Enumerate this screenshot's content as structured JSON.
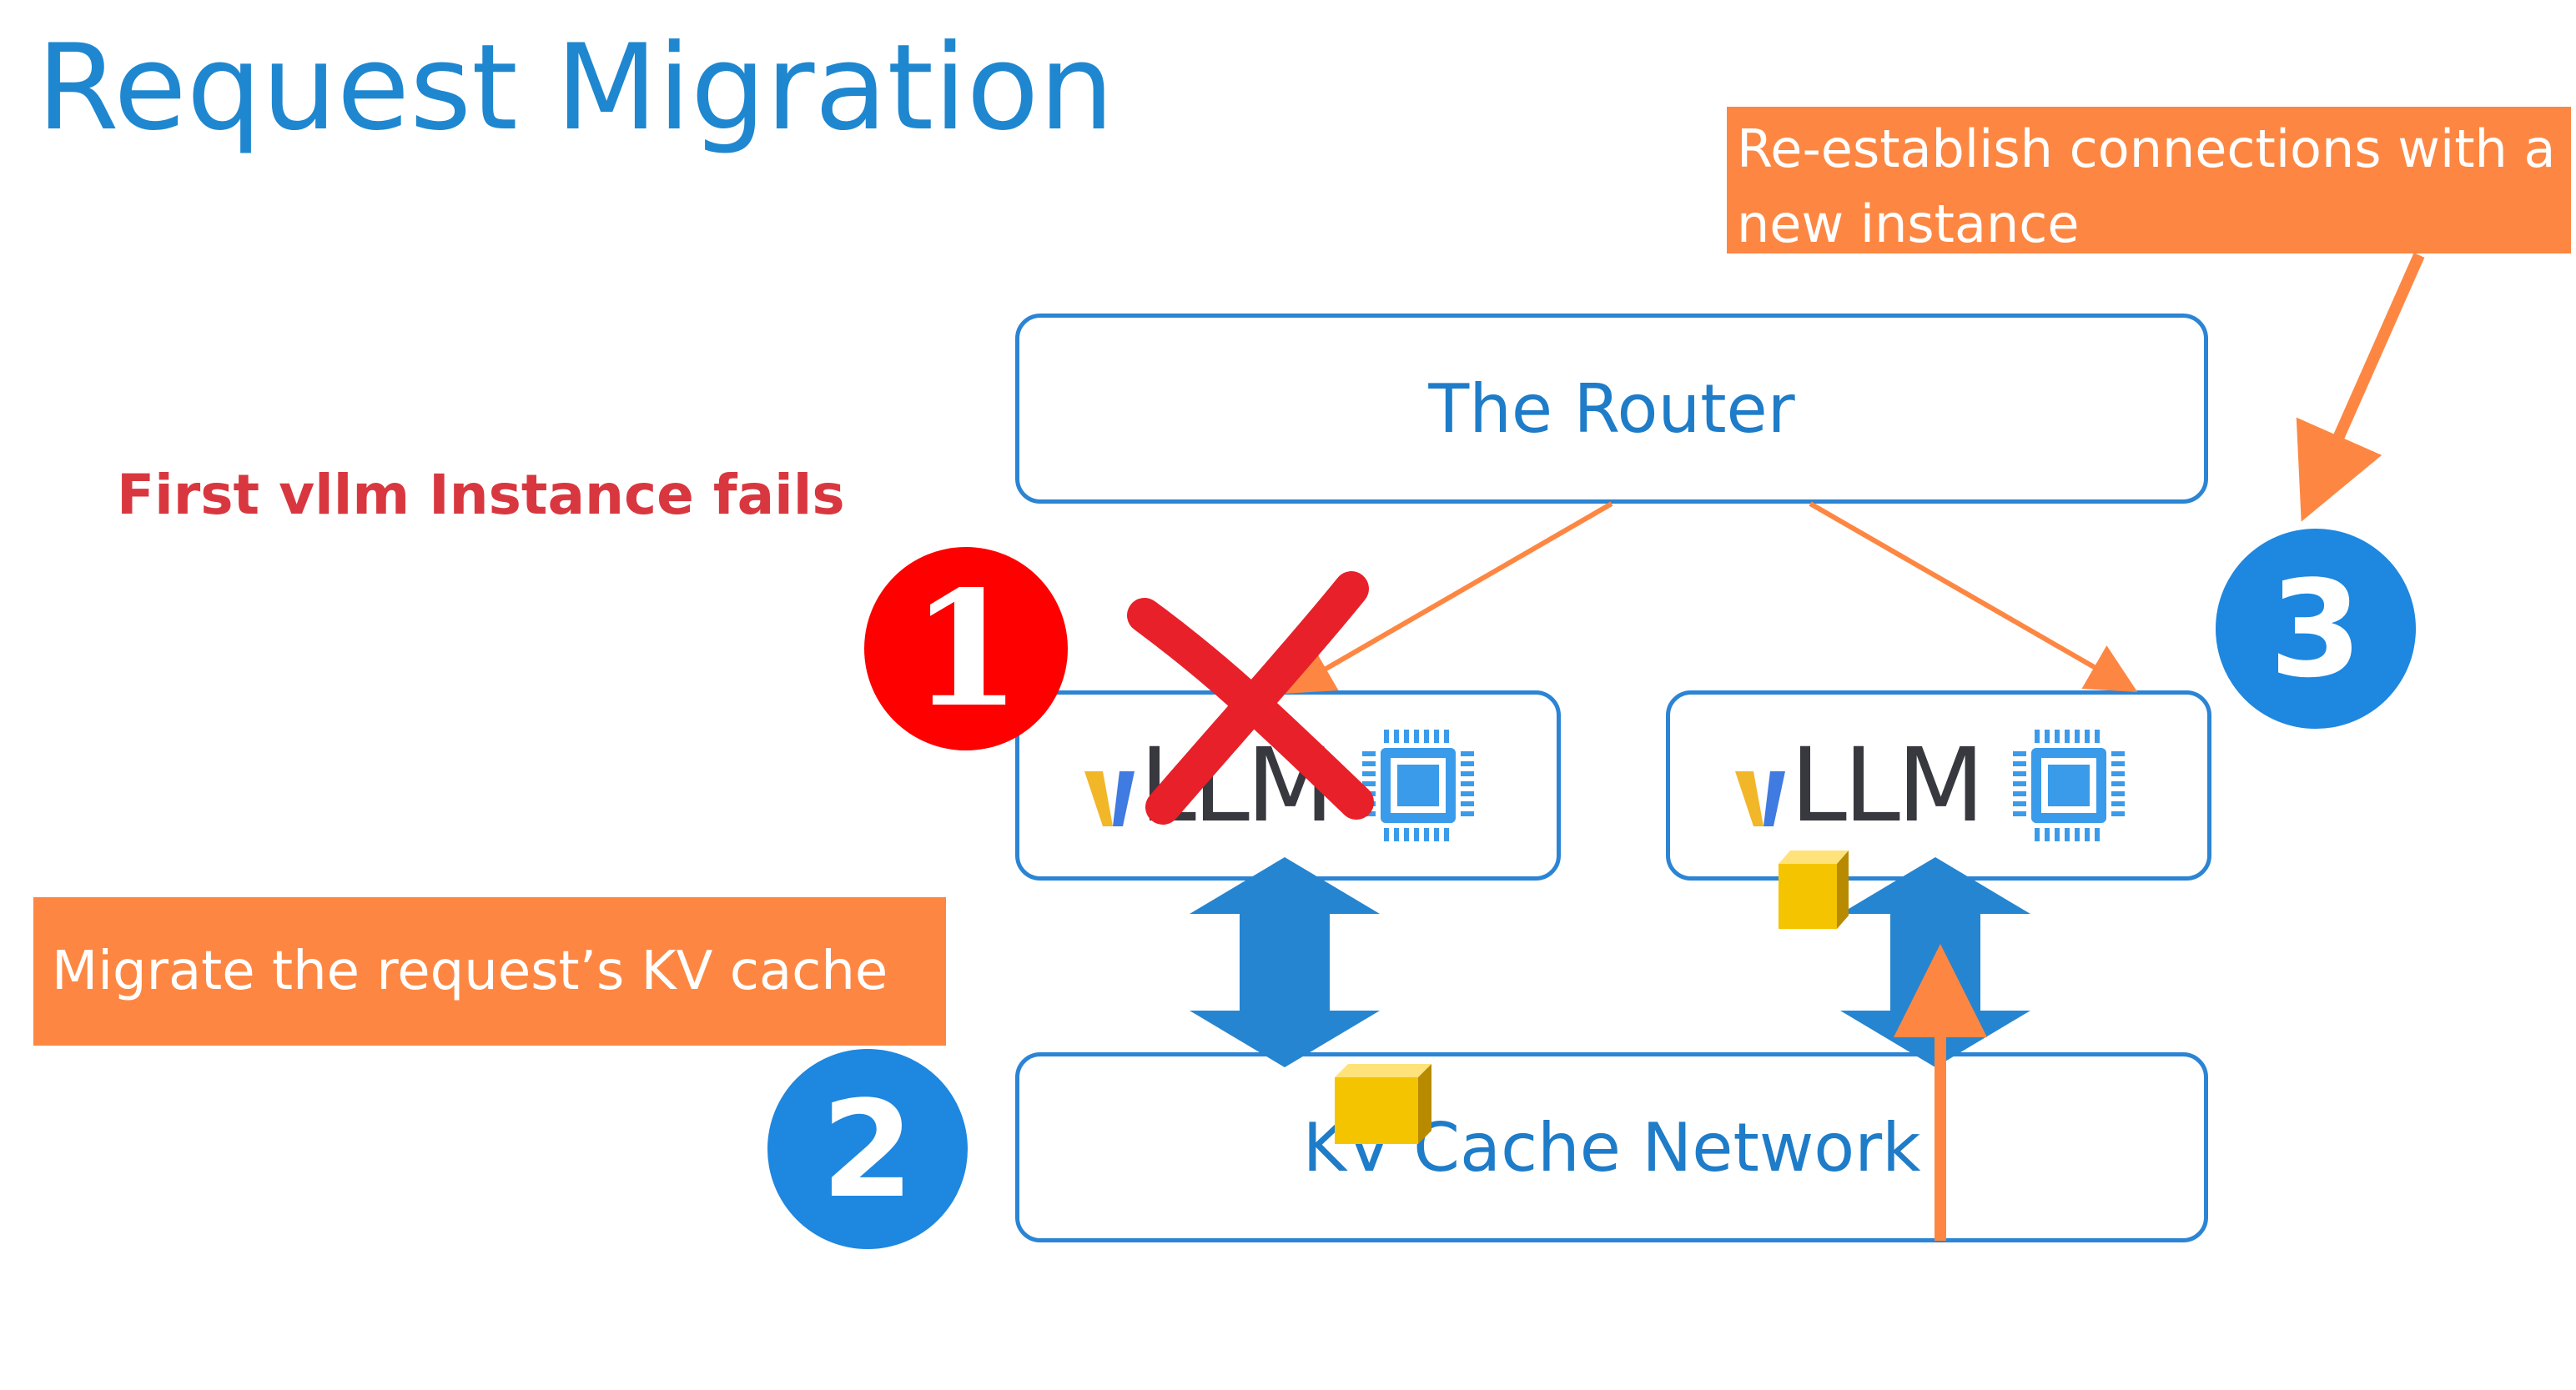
{
  "title": "Request Migration",
  "failure_label": "First vllm Instance fails",
  "router": {
    "label": "The Router"
  },
  "kv_network": {
    "label": "KV Cache Network"
  },
  "instances": [
    {
      "logo_text": "LLM",
      "status": "failed"
    },
    {
      "logo_text": "LLM",
      "status": "active"
    }
  ],
  "notes": {
    "reestablish": "Re-establish connections with a new instance",
    "migrate": "Migrate the request’s KV cache"
  },
  "steps": [
    {
      "number": "1",
      "color": "#ff0000"
    },
    {
      "number": "2",
      "color": "#1e87e0"
    },
    {
      "number": "3",
      "color": "#1e87e0"
    }
  ],
  "colors": {
    "title": "#1e87d0",
    "box_border": "#2b84d4",
    "orange": "#fd8742",
    "fail_red": "#d9373f",
    "x_mark": "#e8202a",
    "chip": "#3a9bea",
    "kv_block": "#f5c400"
  }
}
